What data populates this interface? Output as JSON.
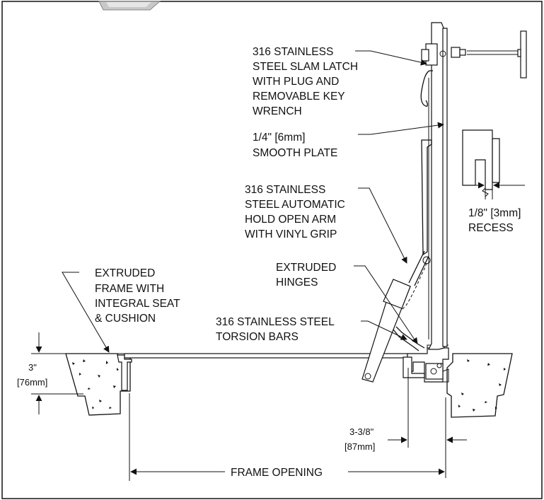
{
  "labels": {
    "slam_latch": [
      "316 STAINLESS",
      "STEEL SLAM LATCH",
      "WITH PLUG AND",
      "REMOVABLE KEY",
      "WRENCH"
    ],
    "smooth_plate": [
      "1/4\" [6mm]",
      "SMOOTH PLATE"
    ],
    "hold_open_arm": [
      "316 STAINLESS",
      "STEEL AUTOMATIC",
      "HOLD OPEN ARM",
      "WITH VINYL GRIP"
    ],
    "recess": [
      "1/8\" [3mm]",
      "RECESS"
    ],
    "extruded_frame": [
      "EXTRUDED",
      "FRAME WITH",
      "INTEGRAL SEAT",
      "& CUSHION"
    ],
    "extruded_hinges": [
      "EXTRUDED",
      "HINGES"
    ],
    "torsion_bars": [
      "316 STAINLESS STEEL",
      "TORSION BARS"
    ],
    "frame_depth": [
      "3\"",
      "[76mm]"
    ],
    "hinge_offset": [
      "3-3/8\"",
      "[87mm]"
    ],
    "frame_opening": "FRAME OPENING"
  }
}
